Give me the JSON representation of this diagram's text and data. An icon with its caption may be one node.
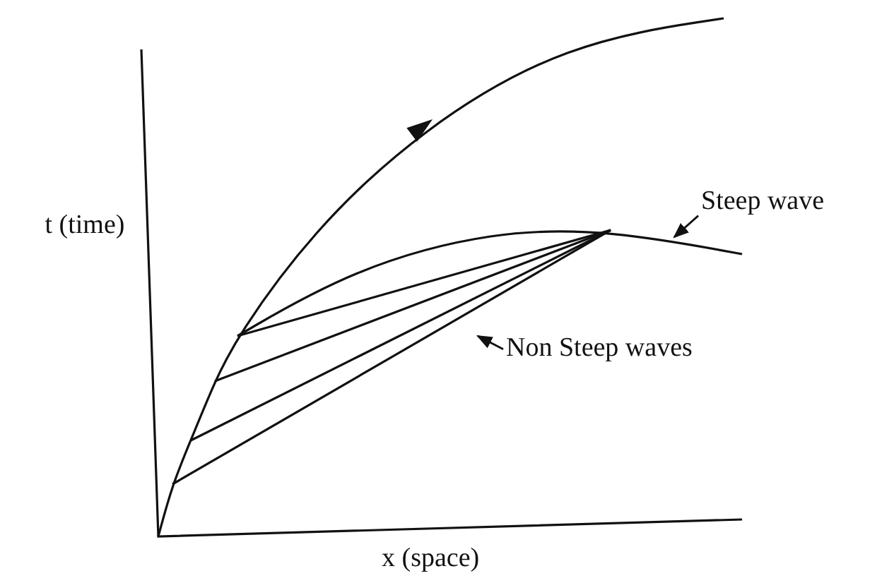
{
  "diagram": {
    "nodes": [
      {
        "text": [
          "Steep wave"
        ]
      },
      {
        "text": [
          "Non Steep waves"
        ]
      }
    ],
    "edges": [
      {
        "from": 0,
        "to": null,
        "arrow": "to"
      },
      {
        "from": 1,
        "to": null,
        "arrow": "to"
      }
    ],
    "labels": [
      "t (time)",
      "x (space)"
    ]
  }
}
